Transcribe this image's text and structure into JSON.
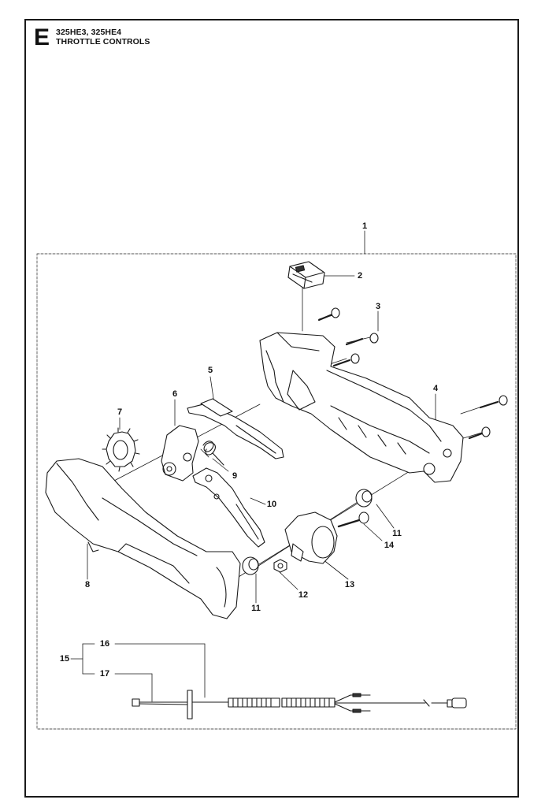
{
  "header": {
    "section_letter": "E",
    "models": "325HE3, 325HE4",
    "title": "THROTTLE CONTROLS"
  },
  "callouts": [
    "1",
    "2",
    "3",
    "4",
    "5",
    "6",
    "7",
    "8",
    "9",
    "10",
    "11",
    "11",
    "12",
    "13",
    "14",
    "15",
    "16",
    "17"
  ]
}
